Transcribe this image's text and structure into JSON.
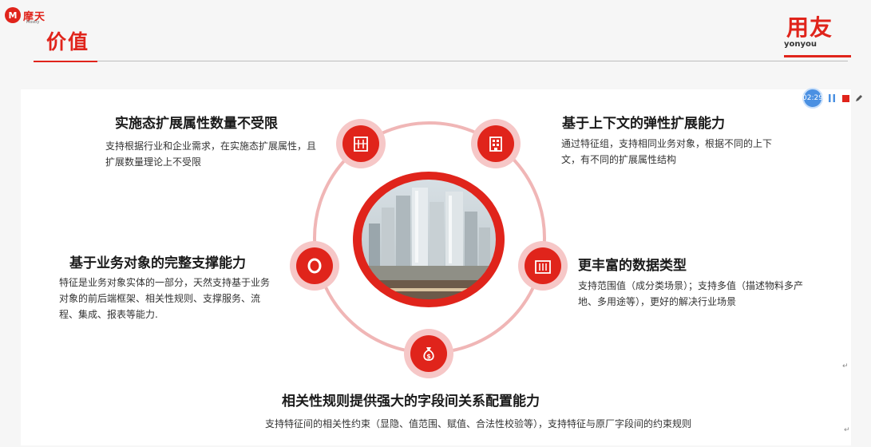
{
  "header": {
    "brand_text": "摩天",
    "brand_sub": "Mostly",
    "brand_mark": "M",
    "title": "价值",
    "logo_cn": "用友",
    "logo_en": "yonyou"
  },
  "features": [
    {
      "title": "实施态扩展属性数量不受限",
      "desc": "支持根据行业和企业需求，在实施态扩展属性，且扩展数量理论上不受限",
      "icon": "building-icon"
    },
    {
      "title": "基于上下文的弹性扩展能力",
      "desc": "通过特征组，支持相同业务对象，根据不同的上下文，有不同的扩展属性结构",
      "icon": "office-icon"
    },
    {
      "title": "基于业务对象的完整支撑能力",
      "desc": "特征是业务对象实体的一部分，天然支持基于业务对象的前后端框架、相关性规则、支撑服务、流程、集成、报表等能力.",
      "icon": "ring-icon"
    },
    {
      "title": "更丰富的数据类型",
      "desc": "支持范围值（成分类场景）；支持多值（描述物料多产地、多用途等），更好的解决行业场景",
      "icon": "city-icon"
    },
    {
      "title": "相关性规则提供强大的字段间关系配置能力",
      "desc": "支持特征间的相关性约束（显隐、值范围、赋值、合法性校验等），支持特征与原厂字段间的约束规则",
      "icon": "money-bag-icon"
    }
  ],
  "controls": {
    "timer": "02:29"
  },
  "return_mark": "↵",
  "colors": {
    "accent": "#e0241b",
    "ring": "#f0b6b6",
    "node_halo": "#f6c7c7"
  }
}
